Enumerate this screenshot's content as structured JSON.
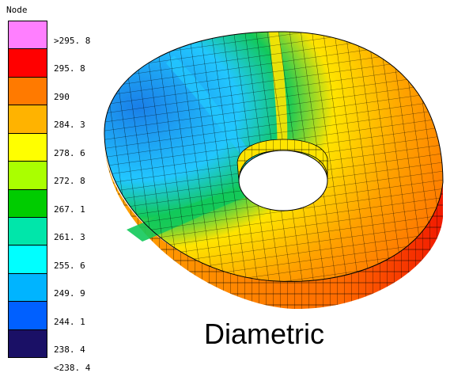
{
  "legend": {
    "title": "Node",
    "labels": [
      ">295. 8",
      "295. 8",
      "290",
      "284. 3",
      "278. 6",
      "272. 8",
      "267. 1",
      "261. 3",
      "255. 6",
      "249. 9",
      "244. 1",
      "238. 4",
      "<238. 4"
    ],
    "colors": [
      "#ff7fff",
      "#ff0000",
      "#ff7a00",
      "#ffb300",
      "#ffff00",
      "#aaff00",
      "#00cc00",
      "#00e6aa",
      "#00ffff",
      "#00b4ff",
      "#0060ff",
      "#1a1066"
    ]
  },
  "caption": "Diametric",
  "contour_colors": {
    "blue": "#1a7fe8",
    "cyan": "#22c7ff",
    "green": "#12c95a",
    "yellow": "#ffe400",
    "orange": "#ffa200",
    "red_orange": "#ff6a00",
    "red": "#f21a00"
  }
}
